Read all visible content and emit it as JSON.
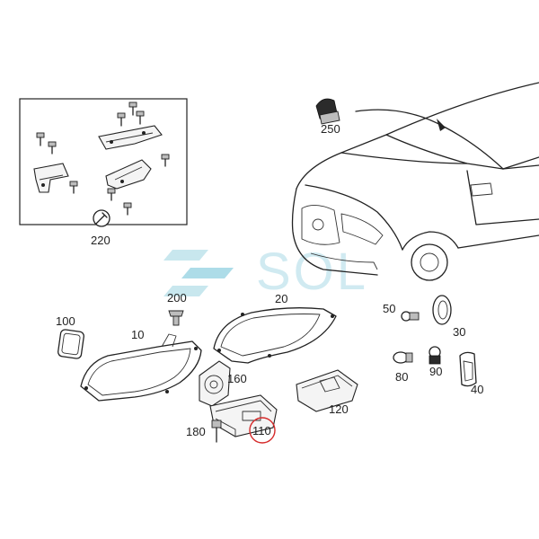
{
  "watermark": {
    "text": "SOL",
    "color": "#9fd6e4"
  },
  "highlight": {
    "part": "110",
    "color": "#d62b2b"
  },
  "parts": [
    {
      "id": "p220",
      "label": "220"
    },
    {
      "id": "p250",
      "label": "250"
    },
    {
      "id": "p200",
      "label": "200"
    },
    {
      "id": "p20",
      "label": "20"
    },
    {
      "id": "p100",
      "label": "100"
    },
    {
      "id": "p10",
      "label": "10"
    },
    {
      "id": "p160",
      "label": "160"
    },
    {
      "id": "p180",
      "label": "180"
    },
    {
      "id": "p110",
      "label": "110"
    },
    {
      "id": "p120",
      "label": "120"
    },
    {
      "id": "p50",
      "label": "50"
    },
    {
      "id": "p30",
      "label": "30"
    },
    {
      "id": "p80",
      "label": "80"
    },
    {
      "id": "p90",
      "label": "90"
    },
    {
      "id": "p40",
      "label": "40"
    }
  ]
}
